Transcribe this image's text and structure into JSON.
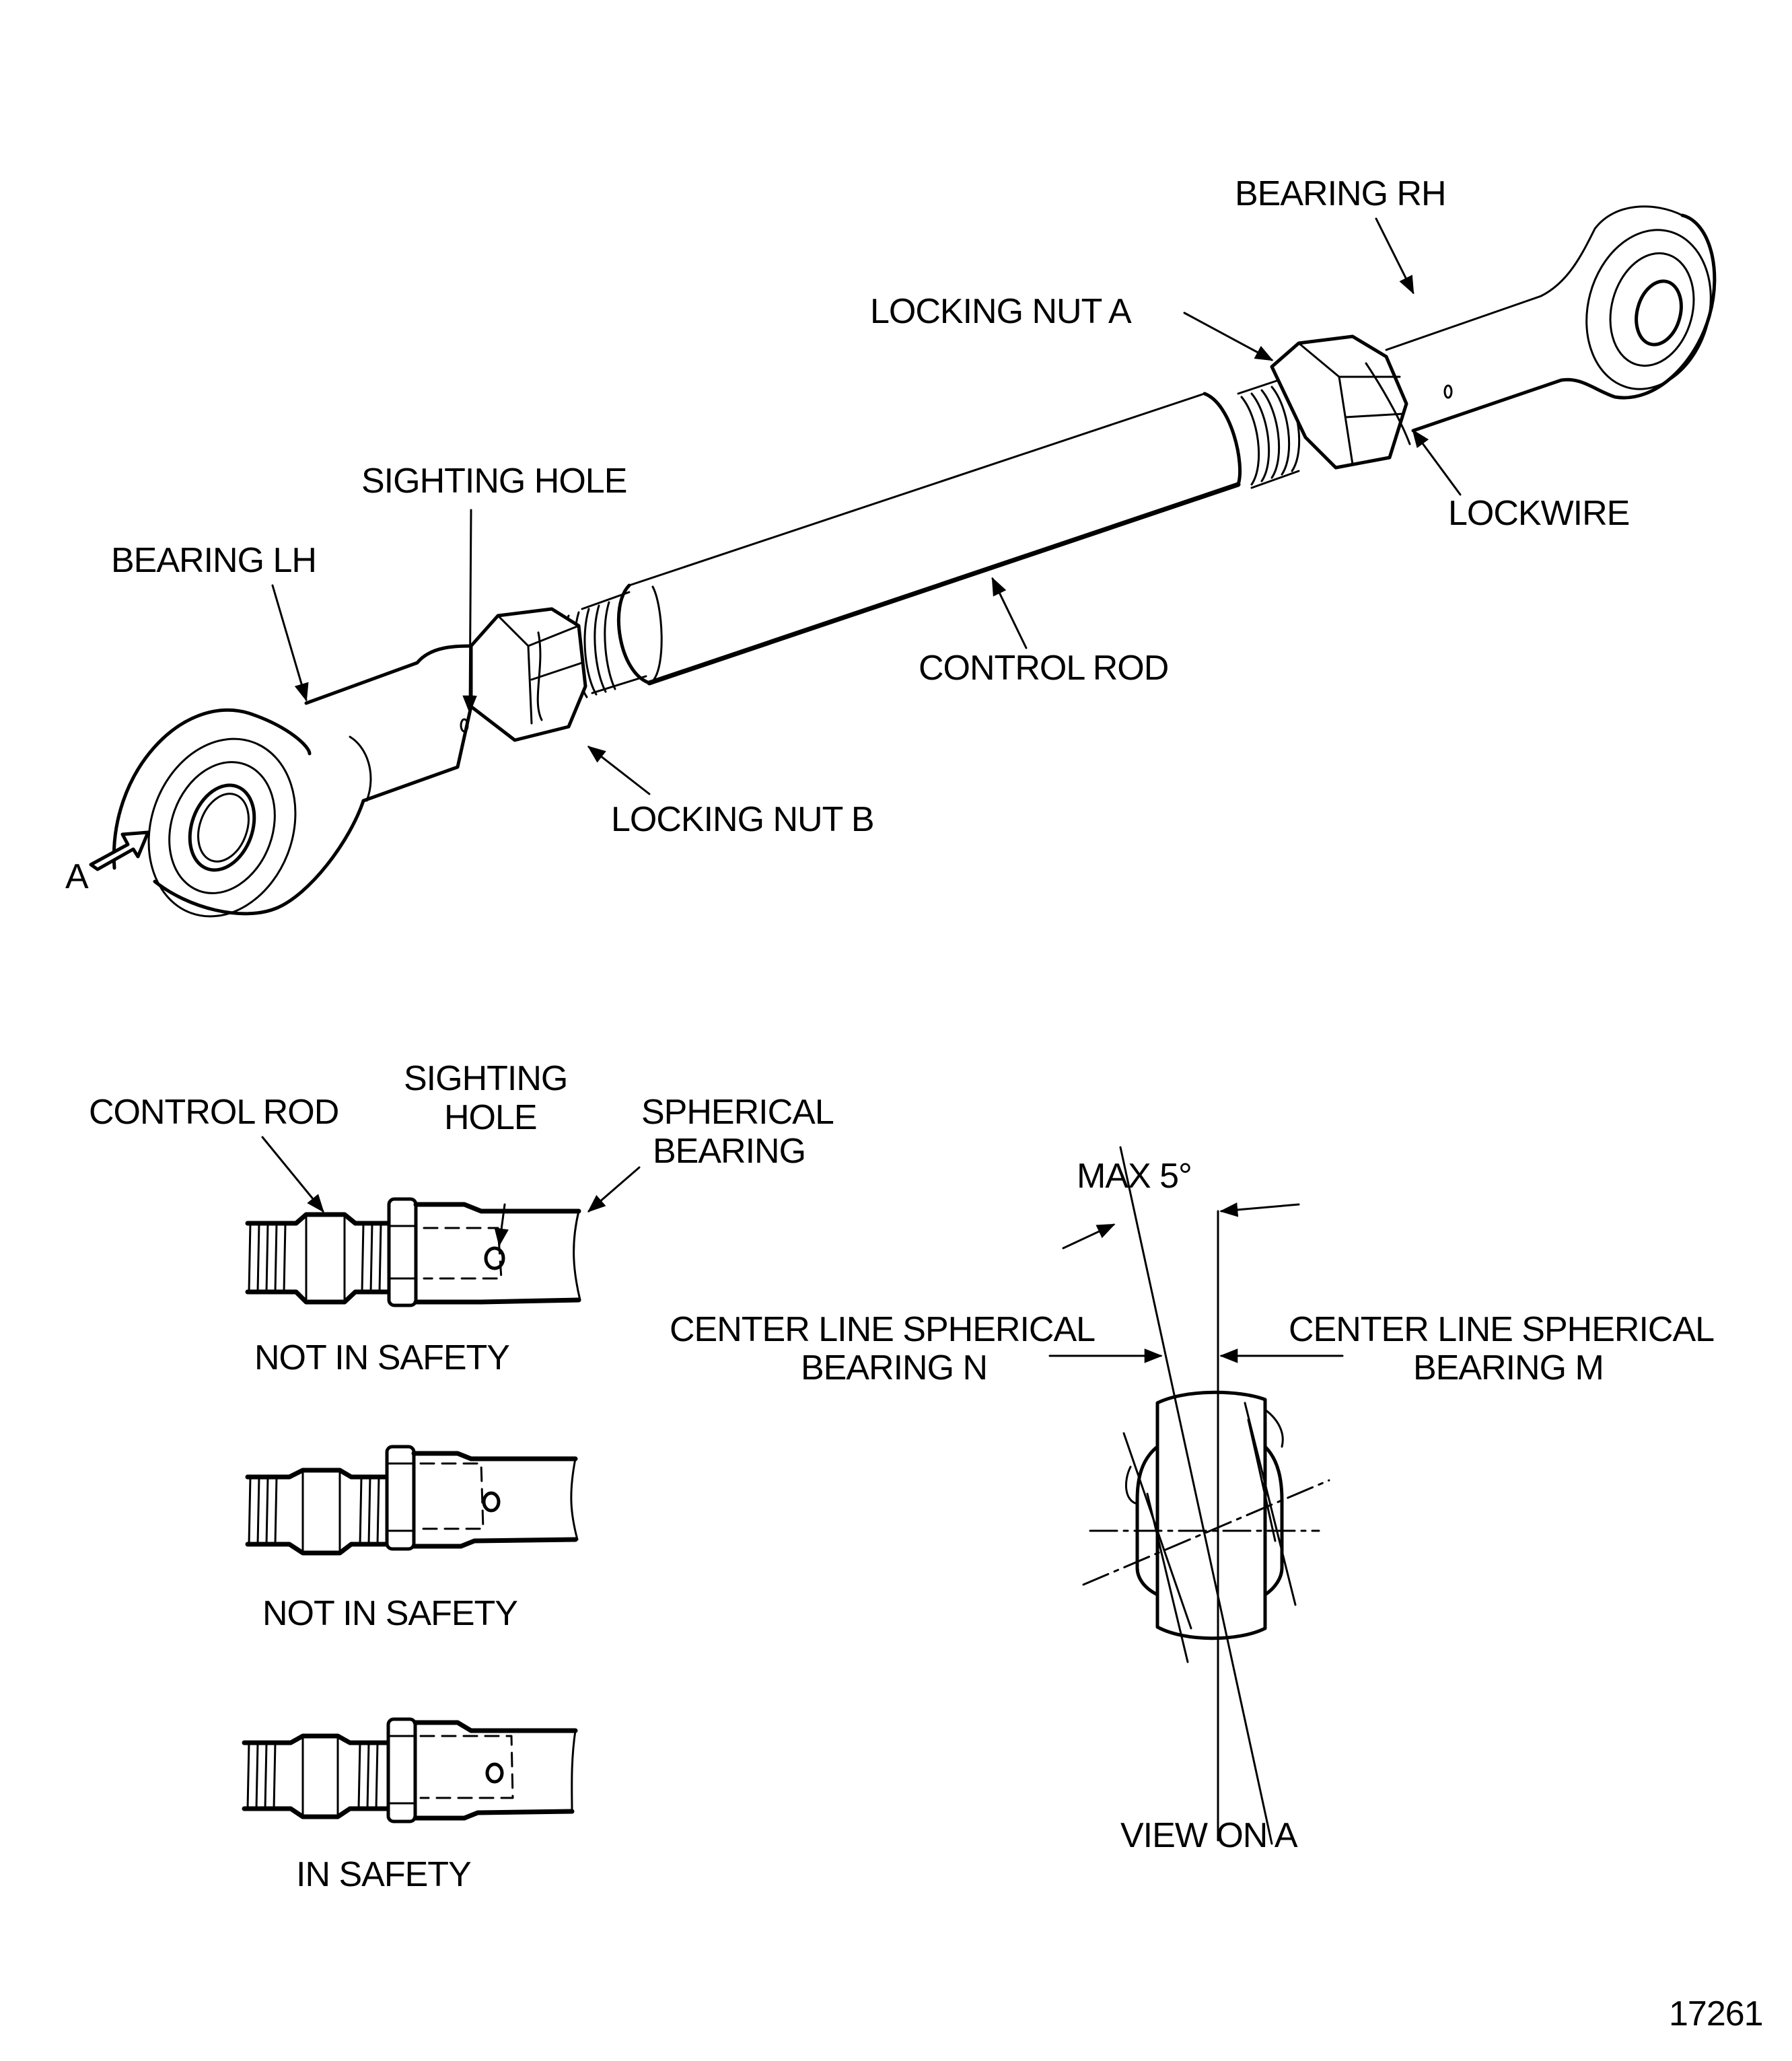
{
  "figure_number": "17261",
  "main_view": {
    "labels": {
      "bearing_rh": "BEARING RH",
      "locking_nut_a": "LOCKING NUT A",
      "lockwire": "LOCKWIRE",
      "sighting_hole": "SIGHTING HOLE",
      "bearing_lh": "BEARING LH",
      "control_rod": "CONTROL ROD",
      "locking_nut_b": "LOCKING NUT B",
      "view_arrow": "A"
    }
  },
  "safety_views": {
    "labels": {
      "control_rod": "CONTROL ROD",
      "sighting_hole_1": "SIGHTING",
      "sighting_hole_2": "HOLE",
      "spherical_bearing_1": "SPHERICAL",
      "spherical_bearing_2": "BEARING"
    },
    "states": [
      {
        "caption": "NOT IN SAFETY"
      },
      {
        "caption": "NOT IN SAFETY"
      },
      {
        "caption": "IN SAFETY"
      }
    ]
  },
  "view_on_a": {
    "max_angle": "MAX 5°",
    "center_line_n_1": "CENTER LINE SPHERICAL",
    "center_line_n_2": "BEARING N",
    "center_line_m_1": "CENTER LINE SPHERICAL",
    "center_line_m_2": "BEARING M",
    "caption": "VIEW ON A"
  }
}
